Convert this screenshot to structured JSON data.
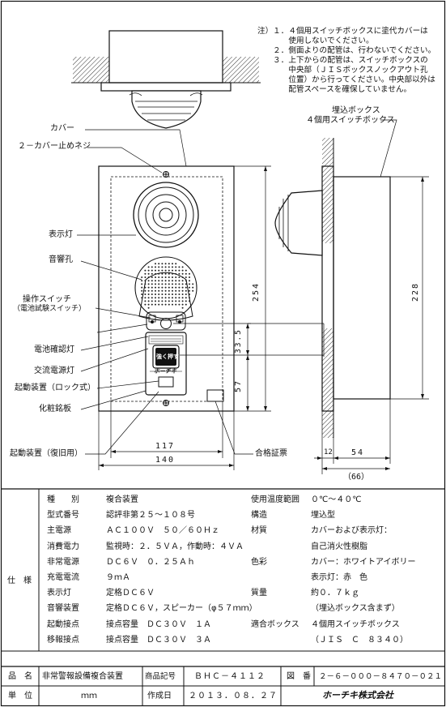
{
  "notes": [
    "注）１．４個用スイッチボックスに塗代カバーは",
    "　　　　使用しないでください。",
    "　　２．側面よりの配管は、行わないでください。",
    "　　３．上下からの配管は、スイッチボックスの",
    "　　　　中央部（ＪＩＳボックスノックアウト孔",
    "　　　　位置）から行ってください。中央部以外は",
    "　　　　配管スペースを確保していません。"
  ],
  "labels": {
    "cover": "カバー",
    "cover_screw": "２－カバー止めネジ",
    "indicator_lamp": "表示灯",
    "sound_hole": "音響孔",
    "op_switch": "操作スイッチ",
    "op_switch_sub": "（電池試験スイッチ）",
    "battery_lamp": "電池確認灯",
    "ac_lamp": "交流電源灯",
    "start_lock": "起動装置（ロック式）",
    "nameplate": "化粧銘板",
    "start_return": "起動装置（復旧用）",
    "cert_label": "合格証票",
    "embed_box": "埋込ボックス",
    "embed_box_sub": "４個用スイッチボックス",
    "push_text": "強く押す",
    "brand_small": "ホーチキ"
  },
  "dimensions": {
    "w117": "117",
    "w140": "140",
    "h254": "254",
    "h228": "228",
    "h335": "33.5",
    "h57": "57",
    "d12": "12",
    "d54": "54",
    "d66": "（66）"
  },
  "specs_header": "仕　様",
  "specs_left": [
    {
      "k": "種　　別",
      "v": "複合装置"
    },
    {
      "k": "型式番号",
      "v": "認評非第２５～１０８号"
    },
    {
      "k": "主電源",
      "v": "ＡＣ１００Ｖ　５０／６０Ｈｚ"
    },
    {
      "k": "消費電力",
      "v": "監視時：２．５ＶＡ，作動時：４ＶＡ"
    },
    {
      "k": "非常電源",
      "v": "ＤＣ６Ｖ　０．２５Ａｈ"
    },
    {
      "k": "充電電流",
      "v": "９ｍＡ"
    },
    {
      "k": "表示灯",
      "v": "定格ＤＣ６Ｖ"
    },
    {
      "k": "音響装置",
      "v": "定格ＤＣ６Ｖ，スピーカー（φ５７ｍｍ）"
    },
    {
      "k": "起動接点",
      "v": "接点容量　ＤＣ３０Ｖ　１Ａ"
    },
    {
      "k": "移報接点",
      "v": "接点容量　ＤＣ３０Ｖ　３Ａ"
    }
  ],
  "specs_right": [
    {
      "k": "使用温度範囲",
      "v": "０℃～４０℃"
    },
    {
      "k": "構造",
      "v": "埋込型"
    },
    {
      "k": "材質",
      "v": "カバーおよび表示灯："
    },
    {
      "k": "",
      "v": "自己消火性樹脂"
    },
    {
      "k": "色彩",
      "v": "カバー：ホワイトアイボリー"
    },
    {
      "k": "",
      "v": "表示灯：赤　色"
    },
    {
      "k": "質量",
      "v": "約０．７ｋｇ"
    },
    {
      "k": "",
      "v": "（埋込ボックス含まず）"
    },
    {
      "k": "適合ボックス",
      "v": "４個用スイッチボックス"
    },
    {
      "k": "",
      "v": "（ＪＩＳ　Ｃ　８３４０）"
    }
  ],
  "title_block": {
    "name_label": "品　名",
    "name_value": "非常警報設備複合装置",
    "code_label": "商品記号",
    "code_value": "ＢＨＣ－４１１２",
    "drawing_label": "図　番",
    "drawing_value": "２－６－０００－８４７０－０２１",
    "unit_label": "単　位",
    "unit_value": "ｍｍ",
    "date_label": "作成日",
    "date_value": "２０１３．０８．２７",
    "company": "ホーチキ株式会社"
  }
}
